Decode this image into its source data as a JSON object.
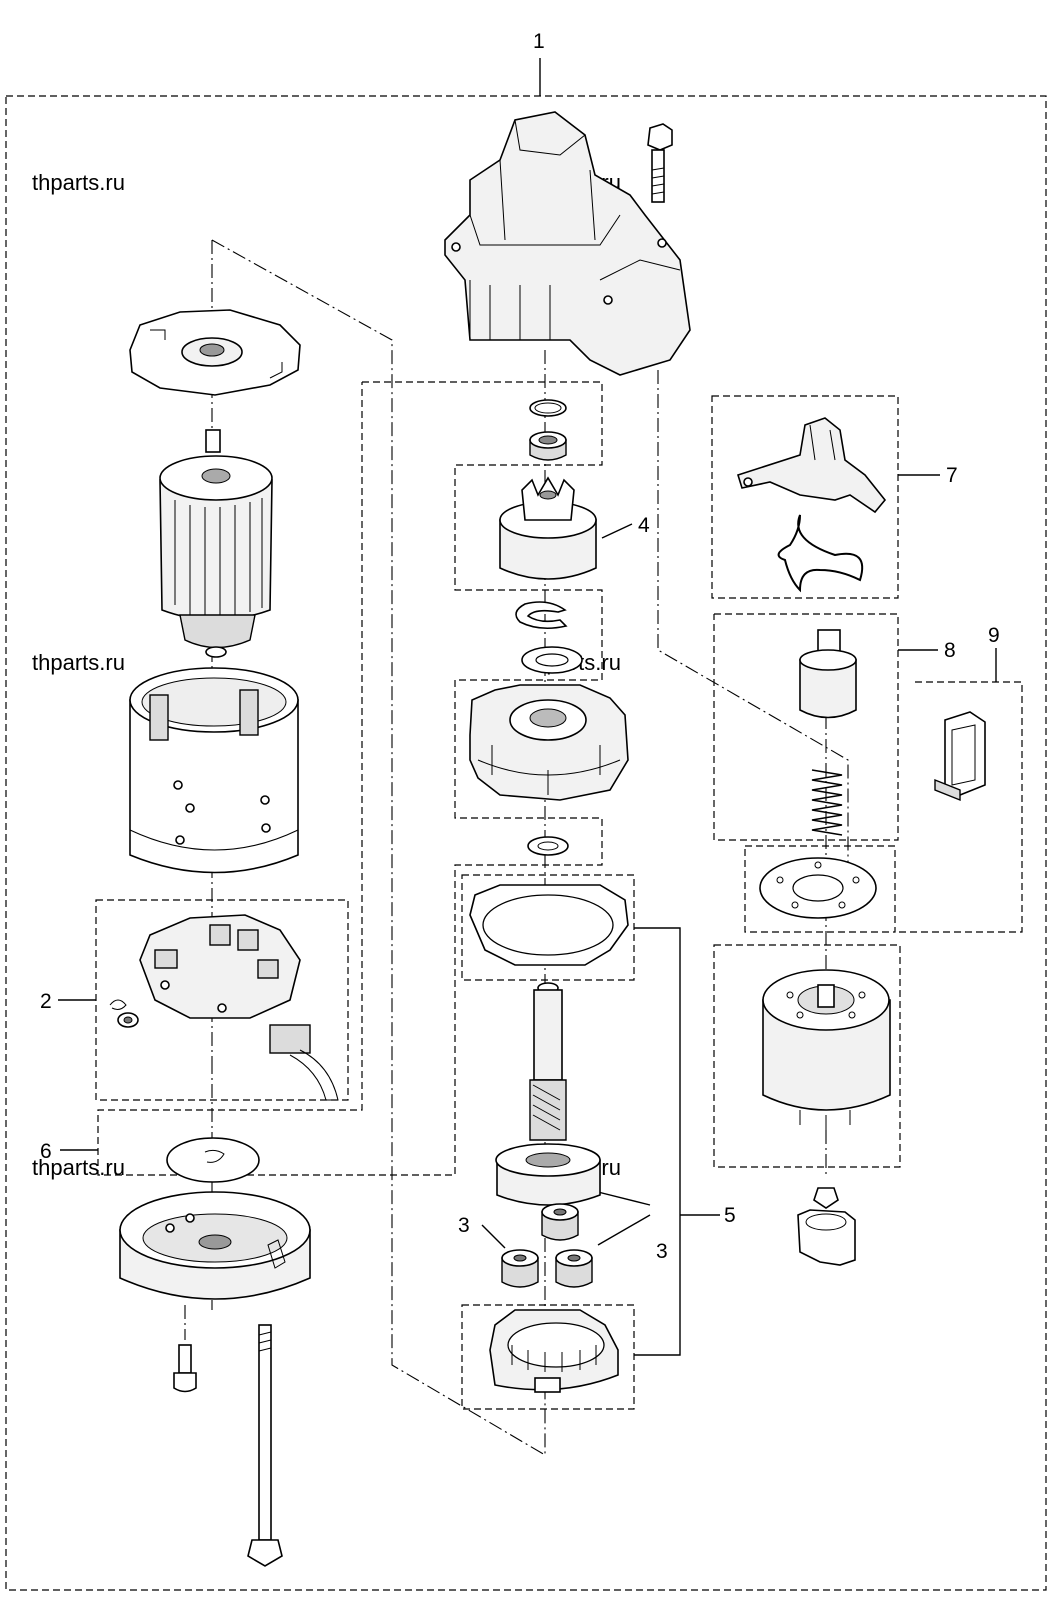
{
  "watermark": "thparts.ru",
  "callouts": {
    "c1": "1",
    "c2": "2",
    "c3a": "3",
    "c3b": "3",
    "c4": "4",
    "c5": "5",
    "c6": "6",
    "c7": "7",
    "c8": "8",
    "c9": "9"
  }
}
